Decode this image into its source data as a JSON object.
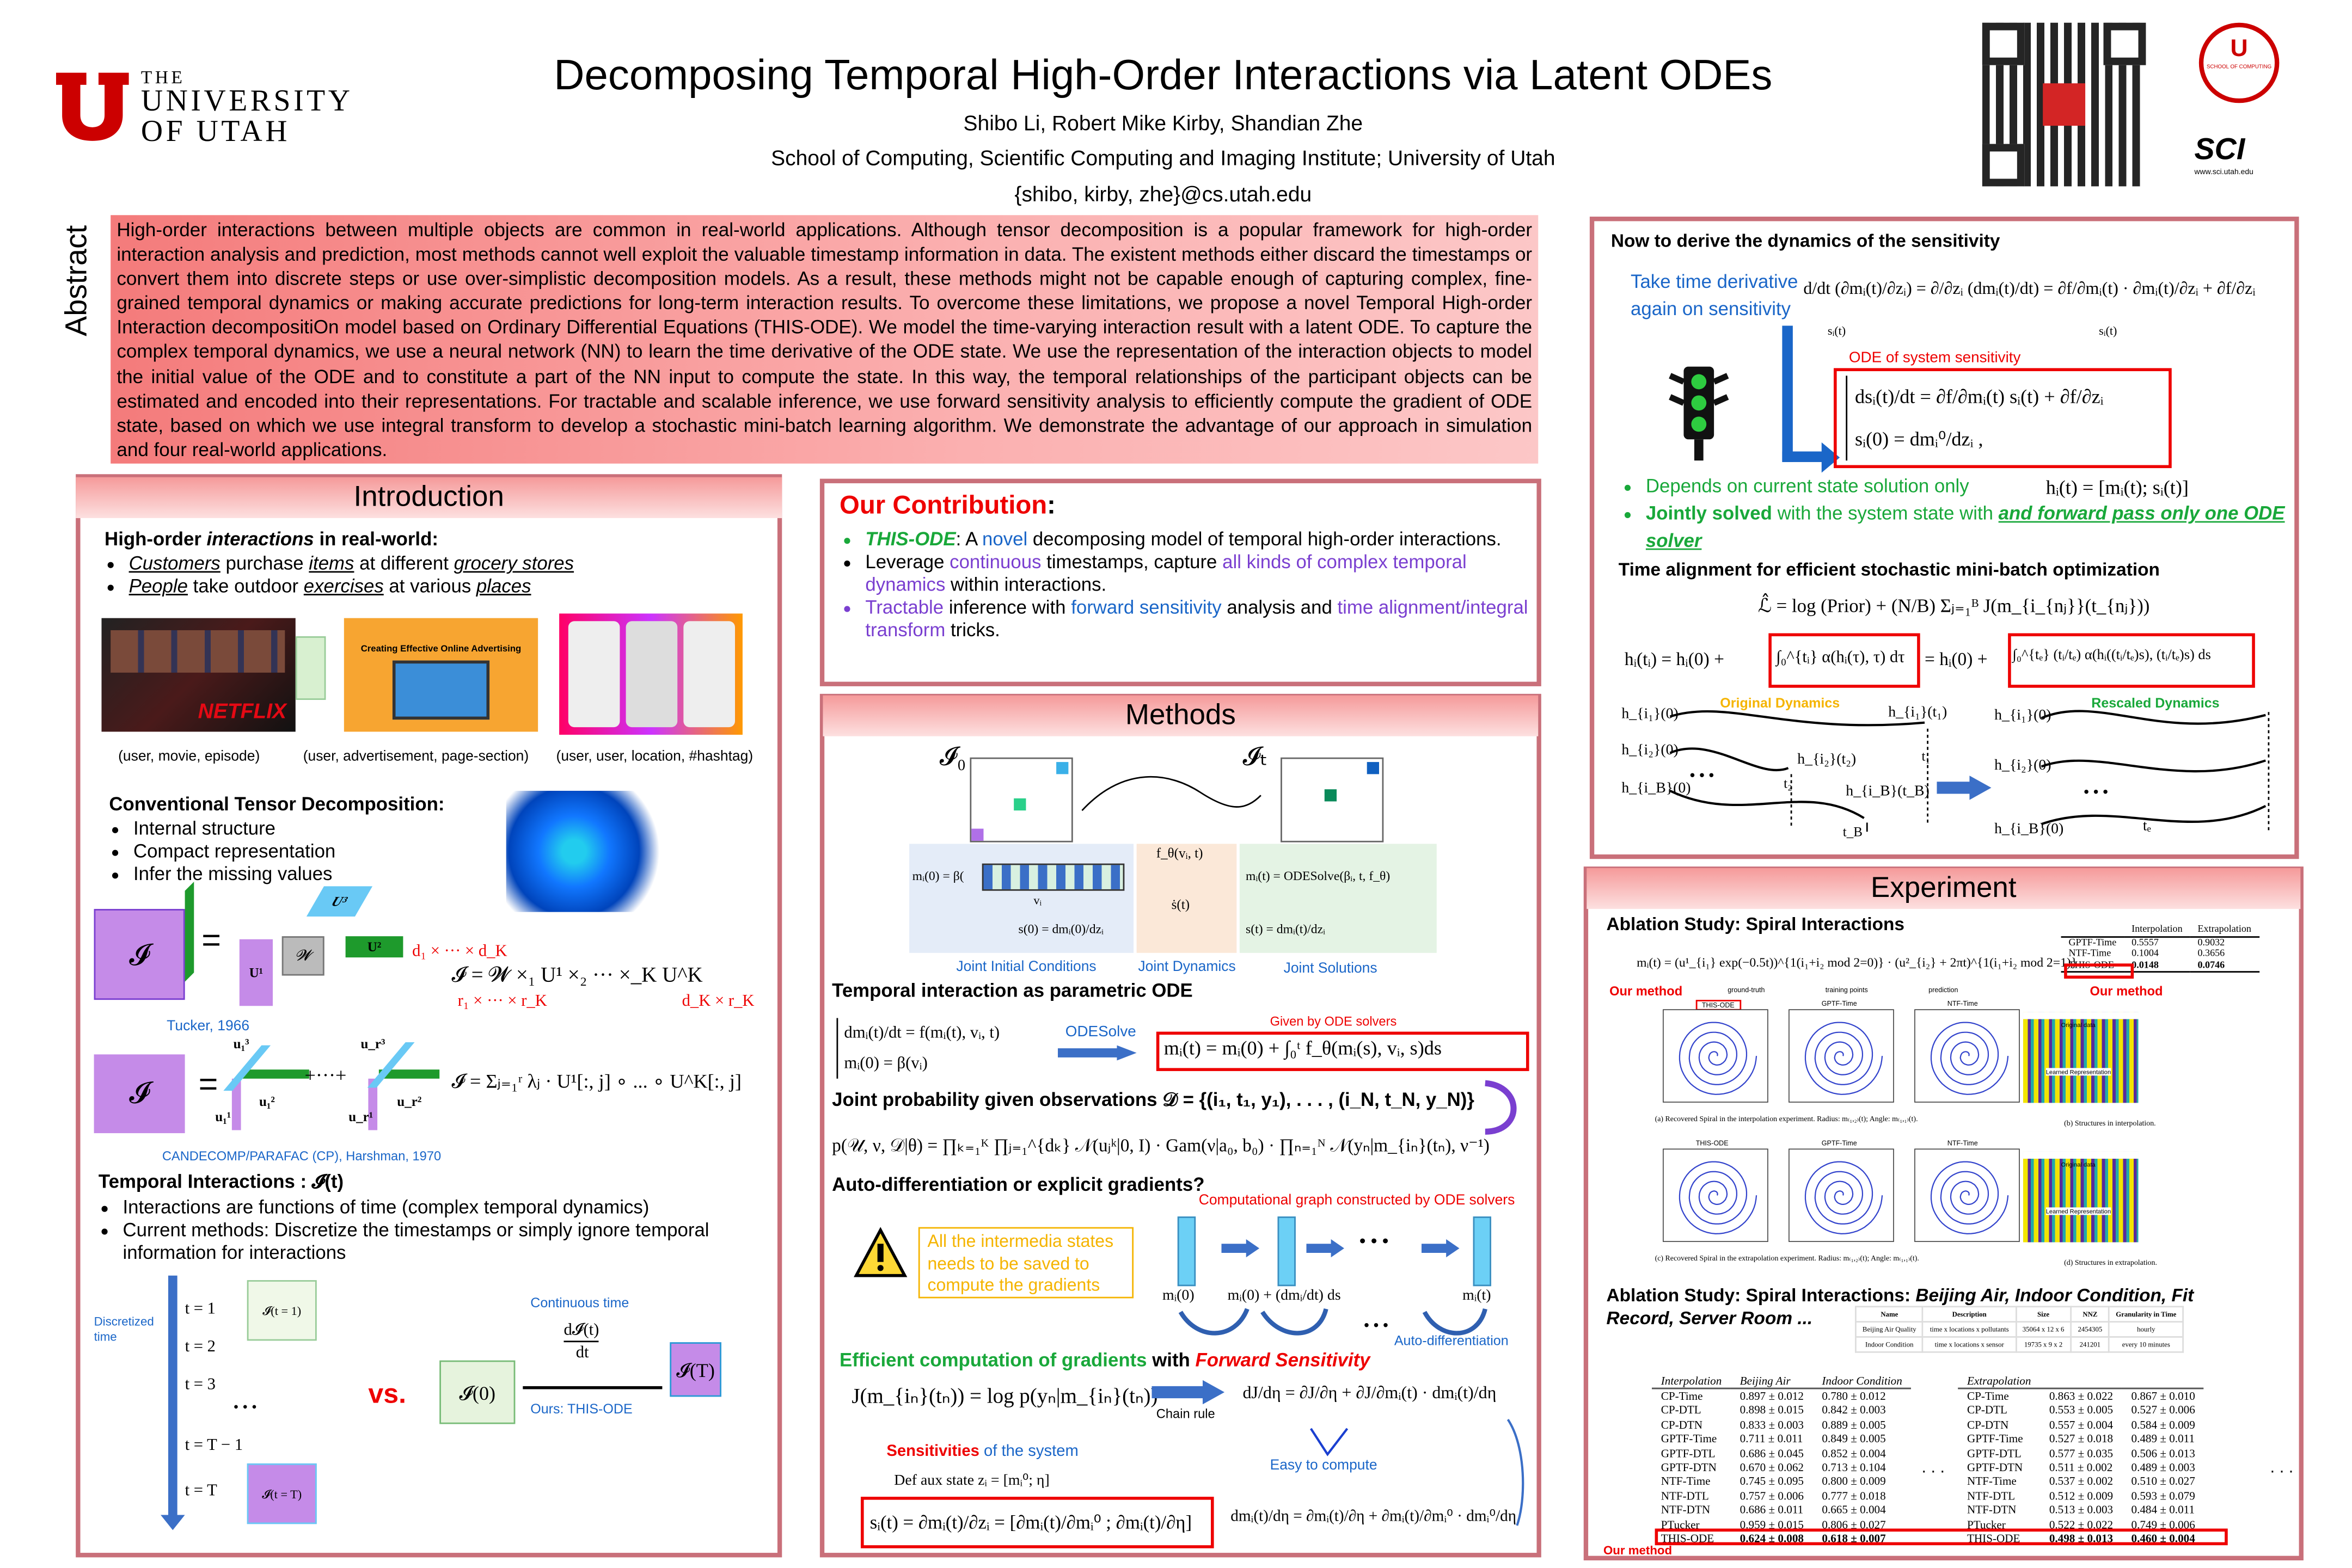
{
  "header": {
    "logo_the": "THE",
    "logo_university": "UNIVERSITY",
    "logo_of_utah": "OF UTAH",
    "title": "Decomposing Temporal High-Order Interactions via Latent ODEs",
    "authors": "Shibo Li, Robert Mike Kirby, Shandian Zhe",
    "affiliation": "School of Computing, Scientific Computing and Imaging Institute; University of Utah",
    "emails": "{shibo, kirby, zhe}@cs.utah.edu",
    "soc_logo_text": "SCHOOL OF COMPUTING",
    "sci_logo": "SCI",
    "sci_url": "www.sci.utah.edu"
  },
  "abstract": {
    "label": "Abstract",
    "text": "High-order interactions between multiple objects are common in real-world applications. Although tensor decomposition is a popular framework for high-order interaction analysis and prediction, most methods cannot well exploit the valuable timestamp information in data. The existent methods either discard the timestamps or convert them into discrete steps or use over-simplistic  decomposition models.  As a result, these methods might not be capable enough of capturing  complex, fine-grained temporal dynamics or making accurate predictions for long-term interaction results. To overcome these limitations, we propose a novel Temporal High-order Interaction decompositiOn model based on Ordinary Differential Equations (THIS-ODE). We model the time-varying interaction result with a latent ODE. To capture the complex temporal dynamics, we use a neural network (NN) to learn the time derivative of the ODE state. We use the representation of the interaction objects to model the initial value of the ODE and to constitute a part of the NN input to compute the state. In this way, the temporal relationships of the participant objects can be estimated and encoded into their representations.    For tractable and scalable inference, we use forward sensitivity analysis to efficiently compute the gradient of ODE state, based on which we use integral transform to develop a stochastic mini-batch learning algorithm.  We demonstrate the advantage of our approach in simulation and four real-world applications."
  },
  "intro": {
    "title": "Introduction",
    "hoi_prefix": "High-order ",
    "hoi_em": "interactions",
    "hoi_suffix": " in real-world:",
    "b1": [
      "Customers",
      " purchase ",
      "items",
      " at different ",
      "grocery stores"
    ],
    "b2": [
      "People",
      " take outdoor ",
      "exercises",
      " at various ",
      "places"
    ],
    "netflix": "NETFLIX",
    "ad_title": "Creating Effective Online Advertising",
    "captions": [
      "(user, movie, episode)",
      "(user, advertisement, page-section)",
      "(user, user, location, #hashtag)"
    ],
    "ctd_title": "Conventional Tensor Decomposition:",
    "ctd_items": [
      "Internal structure",
      "Compact representation",
      "Infer the missing values"
    ],
    "tucker": {
      "I": "𝓘",
      "W": "𝓦",
      "U1": "U¹",
      "U2": "U²",
      "U3": "U³",
      "dims": "d₁ × ··· × d_K",
      "eq": "𝓘 = 𝓦 ×₁ U¹ ×₂ ··· ×_K U^K",
      "rdims": "r₁ × ··· × r_K",
      "dkrk": "d_K × r_K",
      "cite": "Tucker, 1966"
    },
    "cp": {
      "I": "𝓘",
      "u1": "u₁¹",
      "u2": "u₁²",
      "u3": "u₁³",
      "ur1": "u_r¹",
      "ur2": "u_r²",
      "ur3": "u_r³",
      "plus": "+···+",
      "eq": "𝓘 = Σⱼ₌₁ʳ λⱼ · U¹[:, j] ∘ ... ∘ U^K[:, j]",
      "cite": "CANDECOMP/PARAFAC (CP), Harshman, 1970"
    },
    "ti_title": "Temporal Interactions : 𝓘(t)",
    "ti_items": [
      "Interactions are functions of time (complex temporal dynamics)",
      "Current methods: Discretize the timestamps or simply ignore temporal information for interactions"
    ],
    "disc_label": "Discretized time",
    "ticks": [
      "t = 1",
      "t = 2",
      "t = 3",
      "• • •",
      "t = T − 1",
      "t = T"
    ],
    "It1": "𝓘(t = 1)",
    "ItT": "𝓘(t = T)",
    "vs": "vs.",
    "cont_label": "Continuous time",
    "deriv": "d𝓘(t)",
    "deriv_den": "dt",
    "I0": "𝓘(0)",
    "IT": "𝓘(T)",
    "ours": "Ours: THIS-ODE"
  },
  "contribution": {
    "title": "Our Contribution",
    "colon": ":",
    "b1": [
      "THIS-ODE",
      ": A ",
      "novel",
      " decomposing model of temporal high-order interactions."
    ],
    "b2": [
      "Leverage ",
      "continuous",
      " timestamps, capture ",
      "all kinds of complex temporal dynamics",
      " within interactions."
    ],
    "b3": [
      "Tractable",
      " inference with ",
      "forward sensitivity",
      " analysis and ",
      "time alignment/integral transform",
      " tricks."
    ]
  },
  "methods": {
    "title": "Methods",
    "I0": "𝓘₀",
    "It": "𝓘ₜ",
    "init_eq": "mᵢ(0) = β(",
    "vi": "vᵢ",
    "s0": "s(0) = dmᵢ(0)/dzᵢ",
    "f": "f_θ(vᵢ, t)",
    "sdot": "ṡ(t)",
    "sol_eq": "mᵢ(t) = ODESolve(βᵢ, t, f_θ)",
    "st": "s(t) = dmᵢ(t)/dzᵢ",
    "cap_init": "Joint Initial Conditions",
    "cap_dyn": "Joint Dynamics",
    "cap_sol": "Joint Solutions",
    "param_title": "Temporal interaction as parametric ODE",
    "ode1": "dmᵢ(t)/dt = f(mᵢ(t), vᵢ, t)",
    "ode2": "mᵢ(0) = β(vᵢ)",
    "odesolve": "ODESolve",
    "given": "Given by ODE solvers",
    "solution": "mᵢ(t) = mᵢ(0) + ∫₀ᵗ f_θ(mᵢ(s), vᵢ, s)ds",
    "joint_title": "Joint probability given observations 𝒟 = {(i₁, t₁, y₁), . . . , (i_N, t_N, y_N)}",
    "joint_eq": "p(𝒰, ν, 𝒟|θ) = ∏ₖ₌₁ᴷ ∏ⱼ₌₁^{dₖ} 𝒩(uⱼᵏ|0, I) · Gam(ν|a₀, b₀) · ∏ₙ₌₁ᴺ 𝒩(yₙ|m_{iₙ}(tₙ), ν⁻¹)",
    "ad_title": "Auto-differentiation or explicit gradients?",
    "graph_label": "Computational graph constructed by ODE solvers",
    "warning": "All the intermedia states needs to be saved to compute the gradients",
    "m0": "mᵢ(0)",
    "m0ds": "mᵢ(0) + (dmᵢ/dt) ds",
    "dots": "• • •",
    "mt": "mᵢ(t)",
    "autodiff": "Auto-differentiation",
    "eff_green": "Efficient computation of gradients",
    "eff_with": " with ",
    "eff_red": "Forward Sensitivity",
    "J_eq": "J(m_{iₙ}(tₙ)) = log p(yₙ|m_{iₙ}(tₙ))",
    "chain": "Chain rule",
    "dJ_eq": "dJ/dη = ∂J/∂η + ∂J/∂mᵢ(t) · dmᵢ(t)/dη",
    "easy": "Easy to compute",
    "sens_red": "Sensitivities",
    "sens_blue": " of the system",
    "aux": "Def aux state  zᵢ = [mᵢ⁰; η]",
    "s_eq": "sᵢ(t) = ∂mᵢ(t)/∂zᵢ = [∂mᵢ(t)/∂mᵢ⁰ ; ∂mᵢ(t)/∂η]",
    "dm_eq": "dmᵢ(t)/dη = ∂mᵢ(t)/∂η + ∂mᵢ(t)/∂mᵢ⁰ · dmᵢ⁰/dη"
  },
  "sensitivity": {
    "title": "Now to derive the dynamics of the sensitivity",
    "take": "Take time derivative again on sensitivity",
    "deriv_eq": "d/dt (∂mᵢ(t)/∂zᵢ) = ∂/∂zᵢ (dmᵢ(t)/dt) = ∂f/∂mᵢ(t) · ∂mᵢ(t)/∂zᵢ + ∂f/∂zᵢ",
    "si1": "sᵢ(t)",
    "si2": "sᵢ(t)",
    "ode_label": "ODE of system sensitivity",
    "sys1": "dsᵢ(t)/dt = ∂f/∂mᵢ(t) sᵢ(t) + ∂f/∂zᵢ",
    "sys2": "sᵢ(0) = dmᵢ⁰/dzᵢ ,",
    "b1": "Depends on current state solution only",
    "h_eq": "hᵢ(t) = [mᵢ(t); sᵢ(t)]",
    "b2": [
      "Jointly solved",
      " with the system state with ",
      "and forward pass only one ODE solver"
    ],
    "align_title": "Time alignment for efficient stochastic mini-batch optimization",
    "L_eq": "ℒ̂ = log (Prior) + (N/B) Σⱼ₌₁ᴮ J(m_{i_{nⱼ}}(t_{nⱼ}))",
    "h_eq1": "hᵢ(tᵢ) = hᵢ(0) +",
    "h_int1": "∫₀^{tᵢ} α(hᵢ(τ), τ) dτ",
    "h_eq2": "= hᵢ(0) +",
    "h_int2": "∫₀^{tₑ} (tᵢ/tₑ) α(hᵢ((tᵢ/tₑ)s), (tᵢ/tₑ)s) ds",
    "orig": "Original Dynamics",
    "resc": "Rescaled Dynamics",
    "labels_left": [
      "h_{i₁}(0)",
      "h_{i₂}(0)",
      "h_{i_B}(0)"
    ],
    "labels_right": [
      "h_{i₁}(t₁)",
      "h_{i₂}(t₂)",
      "h_{i_B}(t_B)"
    ],
    "t1": "t₁",
    "t2": "t₂",
    "tB": "t_B",
    "te": "tₑ",
    "dots": "• • •"
  },
  "experiment": {
    "title": "Experiment",
    "ablation_title": "Ablation Study: Spiral Interactions",
    "spiral_eq": "mᵢ(t) = (u¹_{i₁} exp(−0.5t))^{1(i₁+i₂ mod 2=0)} · (u²_{i₂} + 2πt)^{1(i₁+i₂ mod 2=1)}",
    "our_method": "Our method",
    "small_table": {
      "headers": [
        "",
        "Interpolation",
        "Extrapolation"
      ],
      "rows": [
        [
          "GPTF-Time",
          "0.5557",
          "0.9032"
        ],
        [
          "NTF-Time",
          "0.1004",
          "0.3656"
        ],
        [
          "THIS-ODE",
          "0.0148",
          "0.0746"
        ]
      ]
    },
    "legend": [
      "ground-truth",
      "training points",
      "prediction"
    ],
    "plot_titles": [
      "THIS-ODE",
      "GPTF-Time",
      "NTF-Time"
    ],
    "orig_data": "Original data",
    "learned_rep": "Learned Representation",
    "cap_a": "(a) Recovered Spiral in the interpolation experiment. Radius: m₍₁,₂₎(t); Angle: m₍₁,₁₎(t).",
    "cap_b": "(b) Structures in interpolation.",
    "cap_c": "(c) Recovered Spiral in the extrapolation experiment. Radius: m₍₁,₂₎(t); Angle: m₍₁,₁₎(t).",
    "cap_d": "(d) Structures in extrapolation.",
    "real_title_plain": "Ablation Study: Spiral Interactions: ",
    "real_title_italic": "Beijing Air, Indoor Condition, Fit Record, Server Room ...",
    "datasets": {
      "headers": [
        "Name",
        "Description",
        "Size",
        "NNZ",
        "Granularity in Time"
      ],
      "rows": [
        [
          "Beijing Air Quality",
          "time x locations x pollutants",
          "35064 x 12 x 6",
          "2454305",
          "hourly"
        ],
        [
          "Indoor Condition",
          "time x locations x sensor",
          "19735 x 9 x 2",
          "241201",
          "every 10 minutes"
        ]
      ]
    },
    "interp": {
      "headers": [
        "Interpolation",
        "Beijing Air",
        "Indoor Condition"
      ],
      "rows": [
        [
          "CP-Time",
          "0.897 ± 0.012",
          "0.780 ± 0.012"
        ],
        [
          "CP-DTL",
          "0.898 ± 0.015",
          "0.842 ± 0.003"
        ],
        [
          "CP-DTN",
          "0.833 ± 0.003",
          "0.889 ± 0.005"
        ],
        [
          "GPTF-Time",
          "0.711 ± 0.011",
          "0.849 ± 0.005"
        ],
        [
          "GPTF-DTL",
          "0.686 ± 0.045",
          "0.852 ± 0.004"
        ],
        [
          "GPTF-DTN",
          "0.670 ± 0.062",
          "0.713 ± 0.104"
        ],
        [
          "NTF-Time",
          "0.745 ± 0.095",
          "0.800 ± 0.009"
        ],
        [
          "NTF-DTL",
          "0.757 ± 0.006",
          "0.777 ± 0.018"
        ],
        [
          "NTF-DTN",
          "0.686 ± 0.011",
          "0.665 ± 0.004"
        ],
        [
          "PTucker",
          "0.959 ± 0.015",
          "0.806 ± 0.027"
        ],
        [
          "THIS-ODE",
          "0.624 ± 0.008",
          "0.618 ± 0.007"
        ]
      ]
    },
    "extrap": {
      "headers": [
        "Extrapolation",
        "",
        ""
      ],
      "rows": [
        [
          "CP-Time",
          "0.863 ± 0.022",
          "0.867 ± 0.010"
        ],
        [
          "CP-DTL",
          "0.553 ± 0.005",
          "0.527 ± 0.006"
        ],
        [
          "CP-DTN",
          "0.557 ± 0.004",
          "0.584 ± 0.009"
        ],
        [
          "GPTF-Time",
          "0.527 ± 0.018",
          "0.489 ± 0.011"
        ],
        [
          "GPTF-DTL",
          "0.577 ± 0.035",
          "0.506 ± 0.013"
        ],
        [
          "GPTF-DTN",
          "0.511 ± 0.002",
          "0.489 ± 0.003"
        ],
        [
          "NTF-Time",
          "0.537 ± 0.002",
          "0.510 ± 0.027"
        ],
        [
          "NTF-DTL",
          "0.512 ± 0.009",
          "0.593 ± 0.079"
        ],
        [
          "NTF-DTN",
          "0.513 ± 0.003",
          "0.484 ± 0.011"
        ],
        [
          "PTucker",
          "0.522 ± 0.022",
          "0.749 ± 0.006"
        ],
        [
          "THIS-ODE",
          "0.498 ± 0.013",
          "0.460 ± 0.004"
        ]
      ]
    },
    "ellipsis": ". . ."
  },
  "colors": {
    "utah_red": "#cc0000",
    "panel_border": "#c9707a",
    "accent_blue": "#1a66c8",
    "accent_green": "#19a83a"
  }
}
